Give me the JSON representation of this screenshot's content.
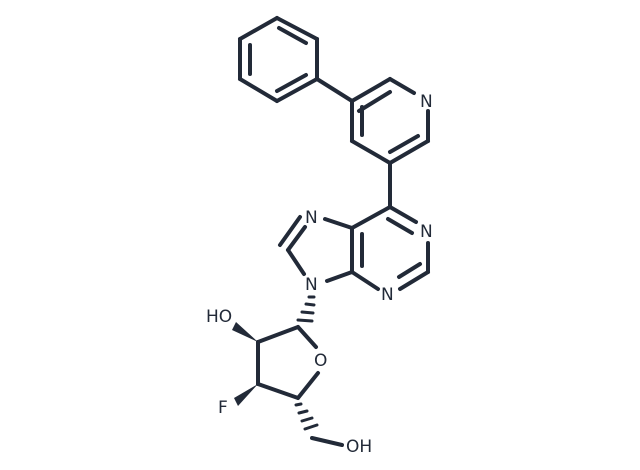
{
  "molecule": {
    "atoms": {
      "pyridine_n": "N",
      "imidazole_n7": "N",
      "pyrimidine_n1": "N",
      "pyrimidine_n3": "N",
      "imidazole_n9": "N",
      "hydroxyl_2": "HO",
      "ring_oxygen": "O",
      "fluorine": "F",
      "hydroxymethyl": "OH"
    }
  },
  "colors": {
    "bond": "#222a38",
    "background": "#ffffff"
  }
}
